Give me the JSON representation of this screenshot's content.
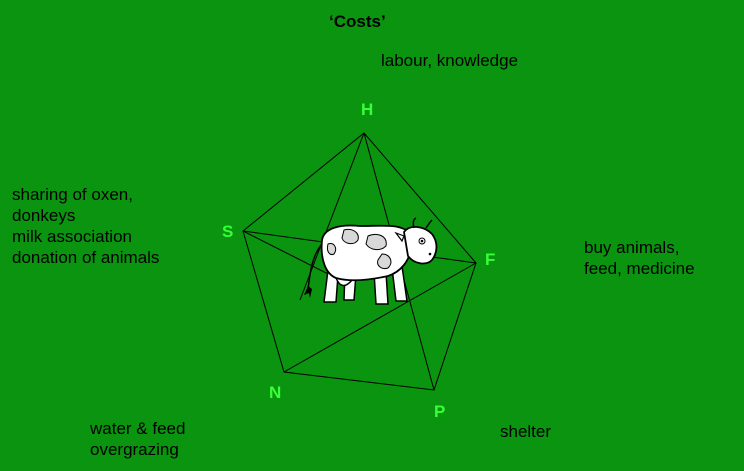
{
  "title": "‘Costs’",
  "vertices": {
    "H": {
      "label": "H"
    },
    "F": {
      "label": "F"
    },
    "P": {
      "label": "P"
    },
    "N": {
      "label": "N"
    },
    "S": {
      "label": "S"
    }
  },
  "annotations": {
    "H": [
      "labour, knowledge"
    ],
    "F": [
      "buy animals,",
      "feed, medicine"
    ],
    "P": [
      "shelter"
    ],
    "N": [
      "water & feed",
      "overgrazing"
    ],
    "S": [
      "sharing of oxen,",
      "donkeys",
      "milk association",
      "donation of animals"
    ]
  },
  "colors": {
    "background": "#0a9410",
    "vertex_label": "#36ff36",
    "lines": "#000000"
  },
  "icon": "cow-icon"
}
